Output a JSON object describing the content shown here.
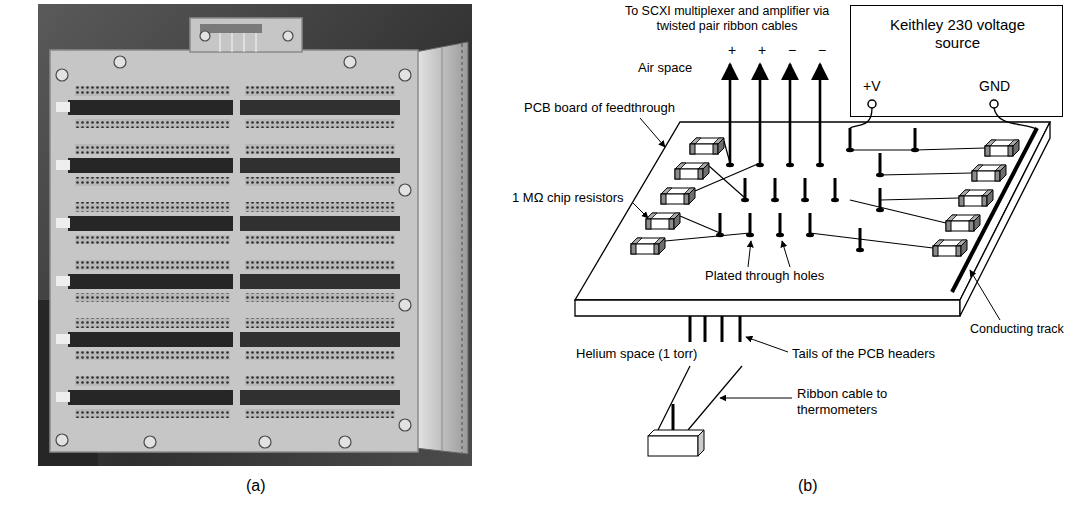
{
  "diagram": {
    "nodes": [
      {
        "text": [
          "Keithley 230 voltage source",
          "+V",
          "GND"
        ]
      }
    ],
    "labels": [
      "(a)",
      "(b)",
      "To SCXI multiplexer and amplifier via twisted pair ribbon cables",
      "+",
      "+",
      "−",
      "−",
      "Air space",
      "PCB board of feedthrough",
      "1 MΩ chip resistors",
      "Conducting track",
      "Plated through holes",
      "Helium space (1 torr)",
      "Tails of the PCB headers",
      "Ribbon cable to thermometers"
    ]
  }
}
